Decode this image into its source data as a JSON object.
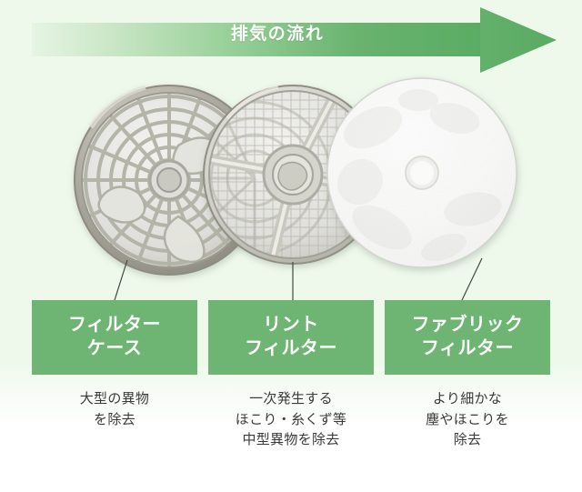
{
  "figure": {
    "title_text": "排気の流れ",
    "background_color": "#eef9ec",
    "accent_green": "#6eb573",
    "arrow": {
      "label": "排気の流れ",
      "direction": "right",
      "gradient_from": "#e3f3e1",
      "gradient_to": "#5fae67"
    }
  },
  "parts": [
    {
      "id": "filter-case",
      "alt": "フィルターケース",
      "label_lines": [
        "フィルター",
        "ケース"
      ],
      "desc_lines": [
        "大型の異物",
        "を除去"
      ]
    },
    {
      "id": "lint-filter",
      "alt": "リントフィルター",
      "label_lines": [
        "リント",
        "フィルター"
      ],
      "desc_lines": [
        "一次発生する",
        "ほこり・糸くず等",
        "中型異物を除去"
      ]
    },
    {
      "id": "fabric-filter",
      "alt": "ファブリックフィルター",
      "label_lines": [
        "ファブリック",
        "フィルター"
      ],
      "desc_lines": [
        "より細かな",
        "塵やほこりを",
        "除去"
      ]
    }
  ]
}
